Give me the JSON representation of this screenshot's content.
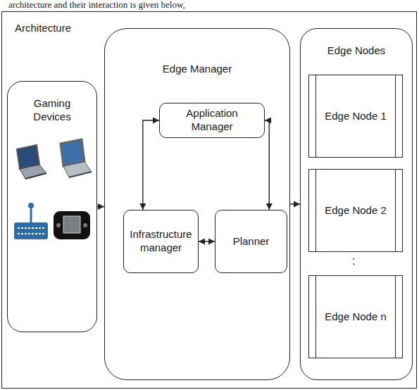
{
  "diagram": {
    "nodes": [
      {
        "text": [
          "Architecture"
        ]
      },
      {
        "text": [
          "Gaming Devices"
        ],
        "in": 0
      },
      {
        "text": [
          "Edge Manager"
        ],
        "in": 0
      },
      {
        "text": [
          "Application Manager"
        ],
        "in": 2
      },
      {
        "text": [
          "Infrastructure manager"
        ],
        "in": 2
      },
      {
        "text": [
          "Planner"
        ],
        "in": 2
      },
      {
        "text": [
          "Edge Nodes"
        ],
        "in": 0
      },
      {
        "text": [
          "Edge Node 1"
        ],
        "in": 6
      },
      {
        "text": [
          "Edge Node 2"
        ],
        "in": 6
      },
      {
        "text": [
          "Edge Node n"
        ],
        "in": 6
      }
    ],
    "edges": [
      {
        "from": 1,
        "to": 2,
        "arrow": "to"
      },
      {
        "from": 2,
        "to": 6,
        "arrow": "to"
      },
      {
        "from": 3,
        "to": 4,
        "arrow": "both"
      },
      {
        "from": 3,
        "to": 5,
        "arrow": "both"
      },
      {
        "from": 4,
        "to": 5,
        "arrow": "both"
      }
    ],
    "labels": [
      "architecture and their interaction is given below,",
      ":"
    ]
  }
}
